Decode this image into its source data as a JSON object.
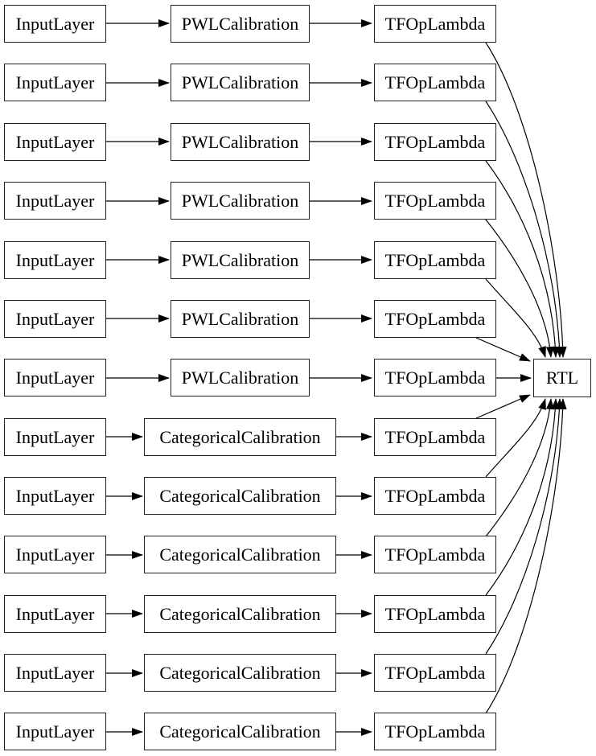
{
  "diagram": {
    "colors": {
      "background": "#ffffff",
      "box_border": "#222222",
      "edge": "#000000",
      "text": "#000000"
    },
    "rows": [
      {
        "input": "InputLayer",
        "calibration": "PWLCalibration",
        "lambda": "TFOpLambda"
      },
      {
        "input": "InputLayer",
        "calibration": "PWLCalibration",
        "lambda": "TFOpLambda"
      },
      {
        "input": "InputLayer",
        "calibration": "PWLCalibration",
        "lambda": "TFOpLambda"
      },
      {
        "input": "InputLayer",
        "calibration": "PWLCalibration",
        "lambda": "TFOpLambda"
      },
      {
        "input": "InputLayer",
        "calibration": "PWLCalibration",
        "lambda": "TFOpLambda"
      },
      {
        "input": "InputLayer",
        "calibration": "PWLCalibration",
        "lambda": "TFOpLambda"
      },
      {
        "input": "InputLayer",
        "calibration": "PWLCalibration",
        "lambda": "TFOpLambda"
      },
      {
        "input": "InputLayer",
        "calibration": "CategoricalCalibration",
        "lambda": "TFOpLambda"
      },
      {
        "input": "InputLayer",
        "calibration": "CategoricalCalibration",
        "lambda": "TFOpLambda"
      },
      {
        "input": "InputLayer",
        "calibration": "CategoricalCalibration",
        "lambda": "TFOpLambda"
      },
      {
        "input": "InputLayer",
        "calibration": "CategoricalCalibration",
        "lambda": "TFOpLambda"
      },
      {
        "input": "InputLayer",
        "calibration": "CategoricalCalibration",
        "lambda": "TFOpLambda"
      },
      {
        "input": "InputLayer",
        "calibration": "CategoricalCalibration",
        "lambda": "TFOpLambda"
      }
    ],
    "output_node": {
      "label": "RTL"
    }
  }
}
